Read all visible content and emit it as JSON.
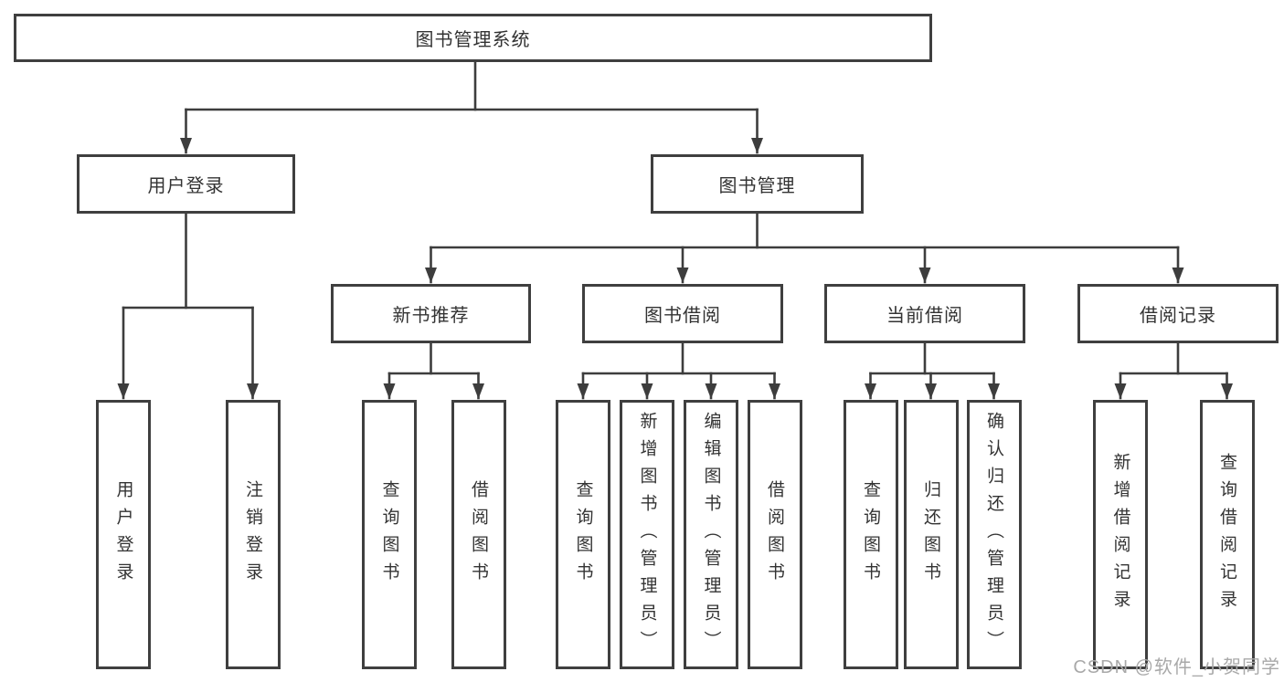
{
  "meta": {
    "colors": {
      "line": "#3d3d3d",
      "border": "#3f3f3f",
      "text": "#333333",
      "watermark": "#a9a9a9",
      "background": "#ffffff"
    }
  },
  "tree": {
    "root": {
      "label": "图书管理系统"
    },
    "level2": [
      {
        "label": "用户登录"
      },
      {
        "label": "图书管理"
      }
    ],
    "level3": [
      {
        "label": "新书推荐"
      },
      {
        "label": "图书借阅"
      },
      {
        "label": "当前借阅"
      },
      {
        "label": "借阅记录"
      }
    ],
    "leaves": {
      "user_login": [
        {
          "label": "用户登录"
        },
        {
          "label": "注销登录"
        }
      ],
      "new_book_recommend": [
        {
          "label": "查询图书"
        },
        {
          "label": "借阅图书"
        }
      ],
      "book_borrow": [
        {
          "label": "查询图书"
        },
        {
          "label": "新增图书（管理员）"
        },
        {
          "label": "编辑图书（管理员）"
        },
        {
          "label": "借阅图书"
        }
      ],
      "current_borrow": [
        {
          "label": "查询图书"
        },
        {
          "label": "归还图书"
        },
        {
          "label": "确认归还（管理员）"
        }
      ],
      "borrow_records": [
        {
          "label": "新增借阅记录"
        },
        {
          "label": "查询借阅记录"
        }
      ]
    }
  },
  "watermark": {
    "text": "CSDN @软件_小贺同学"
  }
}
